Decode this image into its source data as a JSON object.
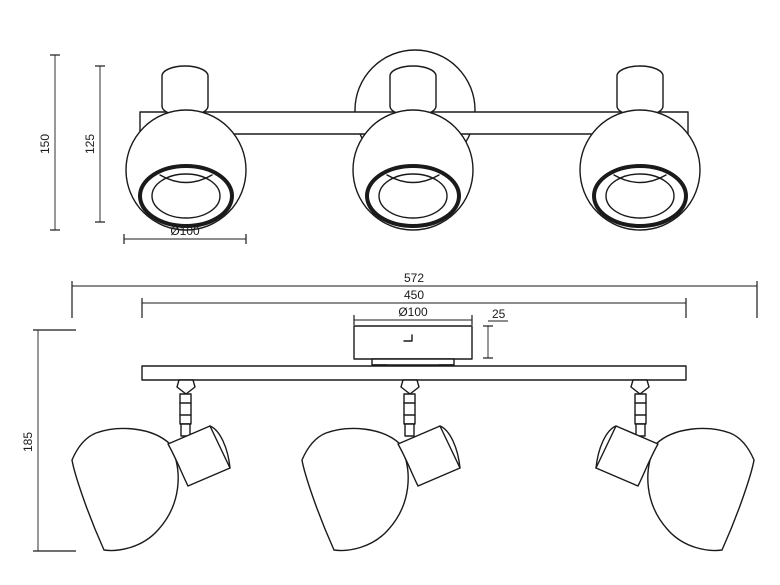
{
  "dimensions": {
    "height_overall": "150",
    "height_body": "125",
    "shade_diameter_top": "Ø100",
    "total_length": "572",
    "bar_length": "450",
    "canopy_diameter": "Ø100",
    "canopy_depth": "25",
    "height_side": "185"
  }
}
